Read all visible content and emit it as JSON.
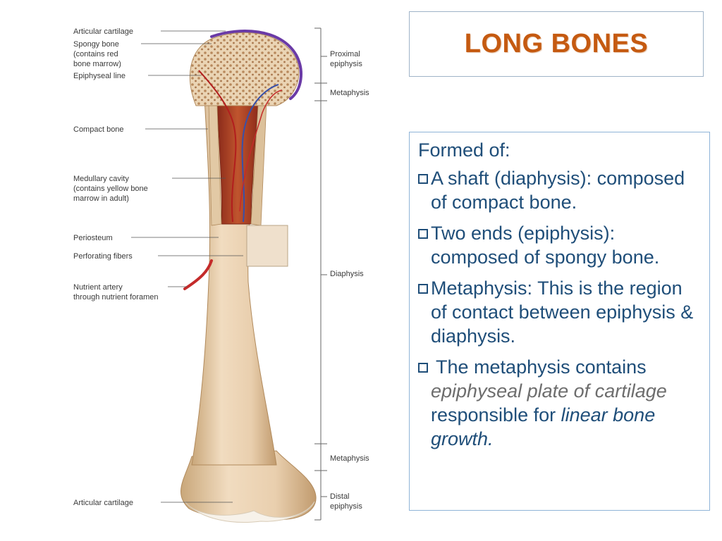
{
  "slide": {
    "title": "LONG BONES",
    "intro": "Formed of:",
    "bullets": [
      {
        "text": "A shaft (diaphysis): composed of compact bone."
      },
      {
        "text": "Two ends (epiphysis): composed of spongy bone."
      },
      {
        "text": "Metaphysis: This is the region of contact between epiphysis & diaphysis."
      },
      {
        "text_start": " The metaphysis contains ",
        "italic_grey_1": "epiphyseal plate of",
        "italic_grey_2": "cartilage",
        "text_mid": " responsible for ",
        "italic_blue": "linear bone growth."
      }
    ],
    "colors": {
      "title": "#c55a11",
      "body": "#1f4e79",
      "italic": "#6d6d6d"
    },
    "bullet_icon": "hollow-square-bullet-icon"
  },
  "diagram": {
    "left_labels": {
      "articular_cartilage_top": "Articular cartilage",
      "spongy_bone_1": "Spongy bone",
      "spongy_bone_2": "(contains red",
      "spongy_bone_3": "bone marrow)",
      "epiphyseal_line": "Epiphyseal line",
      "compact_bone": "Compact bone",
      "medullary_1": "Medullary cavity",
      "medullary_2": "(contains yellow bone",
      "medullary_3": "marrow in adult)",
      "periosteum": "Periosteum",
      "perforating_fibers": "Perforating fibers",
      "nutrient_1": "Nutrient artery",
      "nutrient_2": "through nutrient foramen",
      "articular_cartilage_bottom": "Articular cartilage"
    },
    "right_labels": {
      "proximal_1": "Proximal",
      "proximal_2": "epiphysis",
      "metaphysis_top": "Metaphysis",
      "diaphysis": "Diaphysis",
      "metaphysis_bottom": "Metaphysis",
      "distal_1": "Distal",
      "distal_2": "epiphysis"
    }
  }
}
